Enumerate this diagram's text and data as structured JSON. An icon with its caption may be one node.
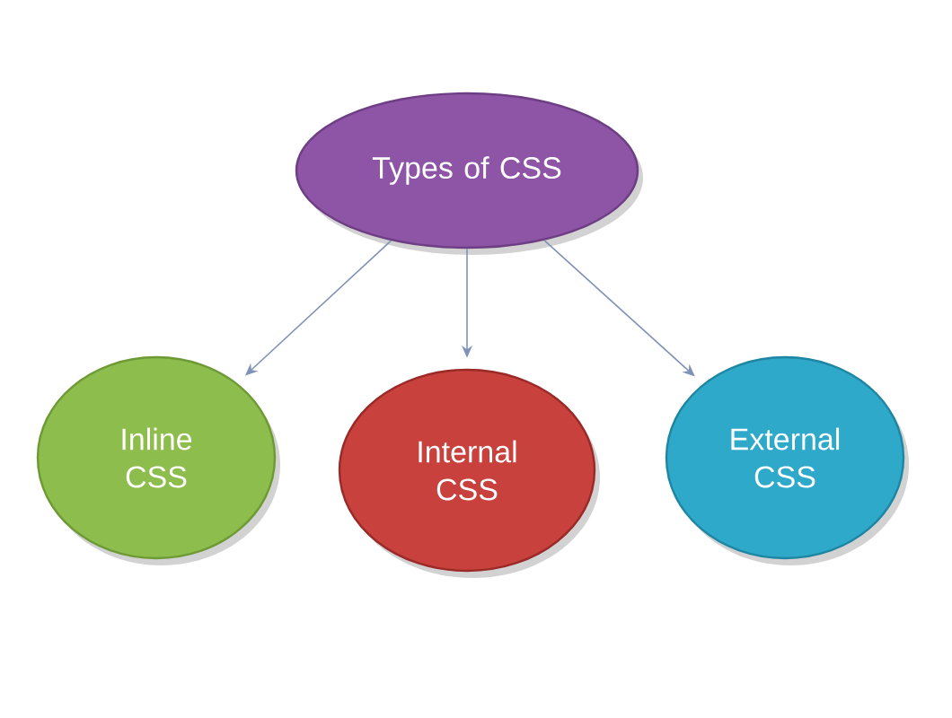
{
  "diagram": {
    "nodes": [
      {
        "text": [
          "Types of CSS"
        ]
      },
      {
        "text": [
          "Inline CSS"
        ]
      },
      {
        "text": [
          "Internal CSS"
        ]
      },
      {
        "text": [
          "External CSS"
        ]
      }
    ],
    "edges": [
      {
        "from": 0,
        "to": 1,
        "arrow": "to"
      },
      {
        "from": 0,
        "to": 2,
        "arrow": "to"
      },
      {
        "from": 0,
        "to": 3,
        "arrow": "to"
      }
    ]
  }
}
